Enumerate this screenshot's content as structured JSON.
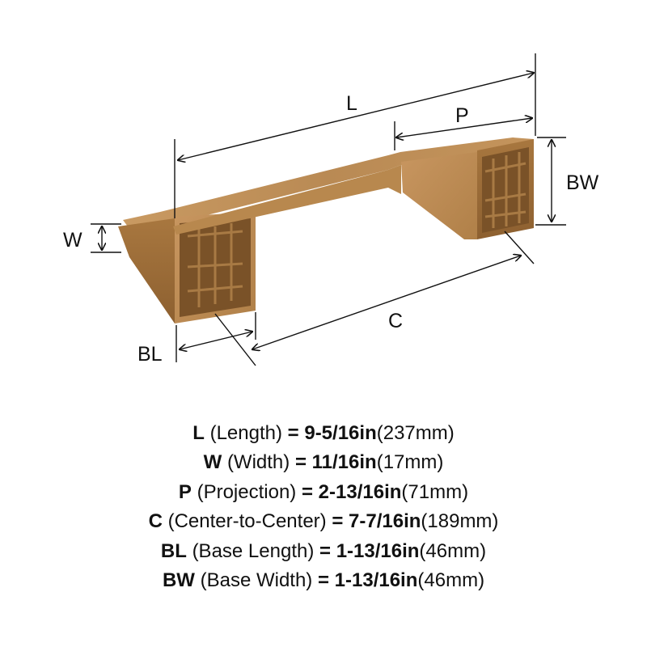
{
  "product": {
    "finish_color": "#b98a54"
  },
  "dimension_labels": {
    "length": "L",
    "projection": "P",
    "base_width": "BW",
    "width": "W",
    "center_to_center": "C",
    "base_length": "BL"
  },
  "specs": [
    {
      "symbol": "L",
      "name": "(Length)",
      "eq": "=",
      "fraction": "9-5/16in",
      "metric": "(237mm)"
    },
    {
      "symbol": "W",
      "name": "(Width)",
      "eq": "=",
      "fraction": "11/16in",
      "metric": "(17mm)"
    },
    {
      "symbol": "P",
      "name": "(Projection)",
      "eq": "=",
      "fraction": "2-13/16in",
      "metric": "(71mm)"
    },
    {
      "symbol": "C",
      "name": "(Center-to-Center)",
      "eq": "=",
      "fraction": "7-7/16in",
      "metric": "(189mm)"
    },
    {
      "symbol": "BL",
      "name": "(Base Length)",
      "eq": "=",
      "fraction": "1-13/16in",
      "metric": "(46mm)"
    },
    {
      "symbol": "BW",
      "name": "(Base Width)",
      "eq": "=",
      "fraction": "1-13/16in",
      "metric": "(46mm)"
    }
  ]
}
